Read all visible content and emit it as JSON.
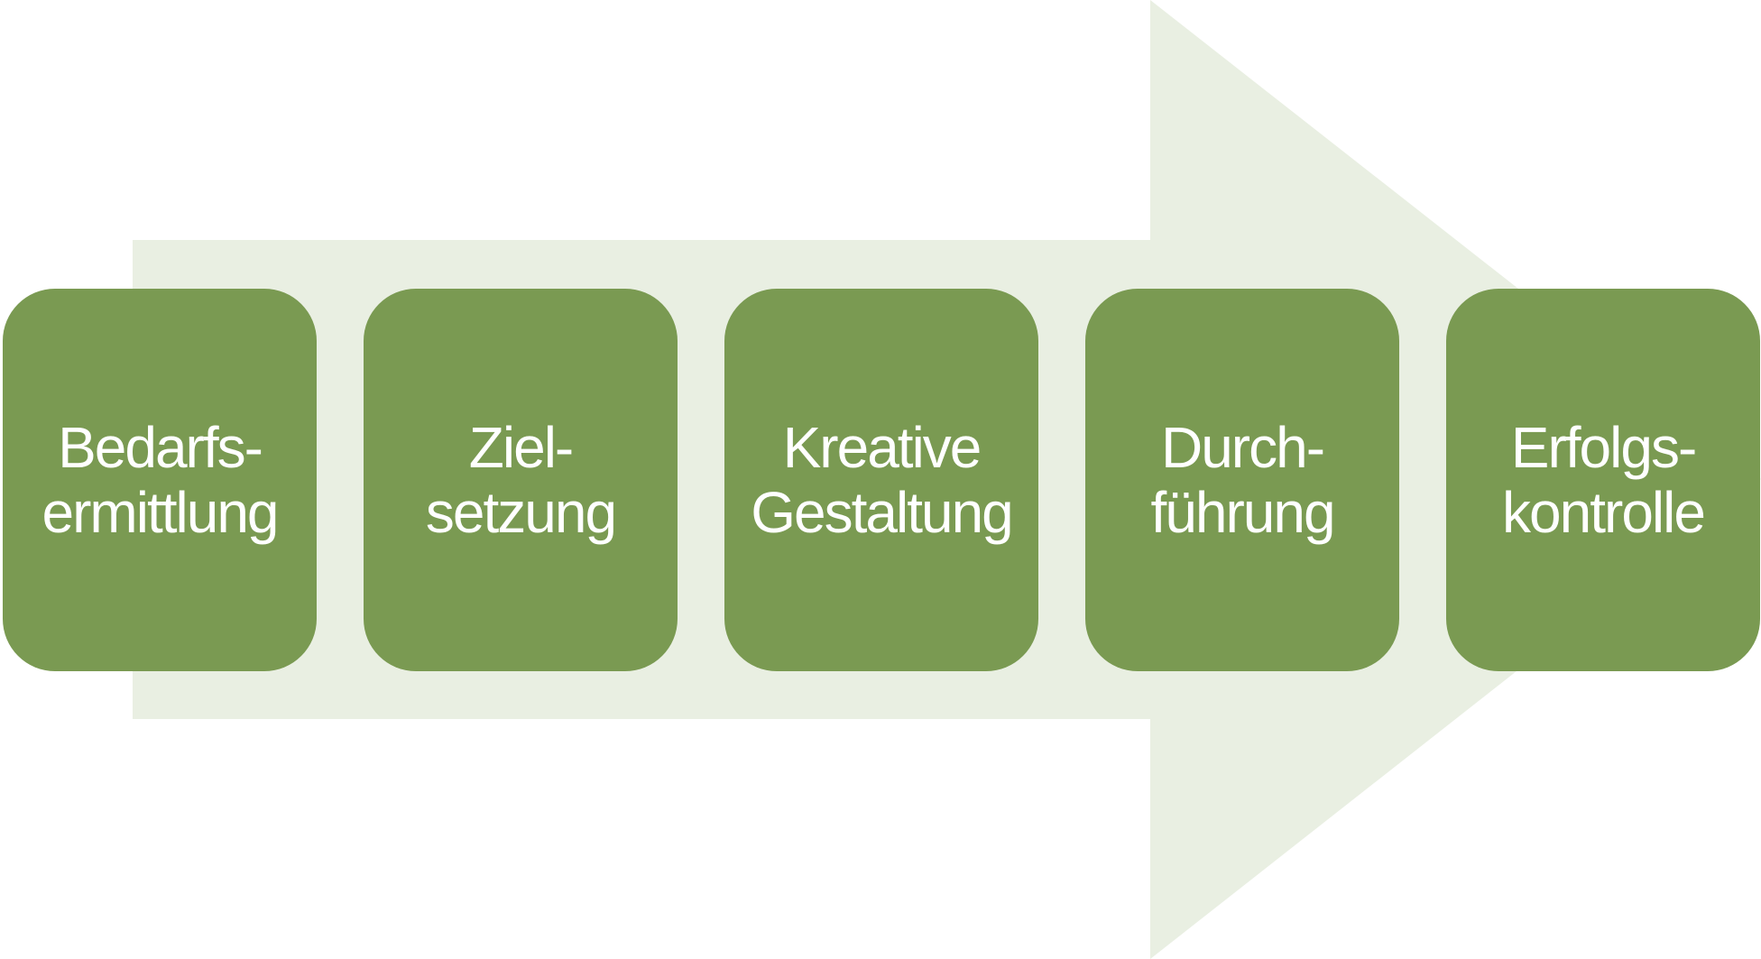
{
  "colors": {
    "arrow_fill": "#e9efe2",
    "step_fill": "#7a9a52",
    "step_text": "#ffffff"
  },
  "steps": [
    {
      "label": "Bedarfs-\nermittlung"
    },
    {
      "label": "Ziel-\nsetzung"
    },
    {
      "label": "Kreative\nGestaltung"
    },
    {
      "label": "Durch-\nführung"
    },
    {
      "label": "Erfolgs-\nkontrolle"
    }
  ]
}
